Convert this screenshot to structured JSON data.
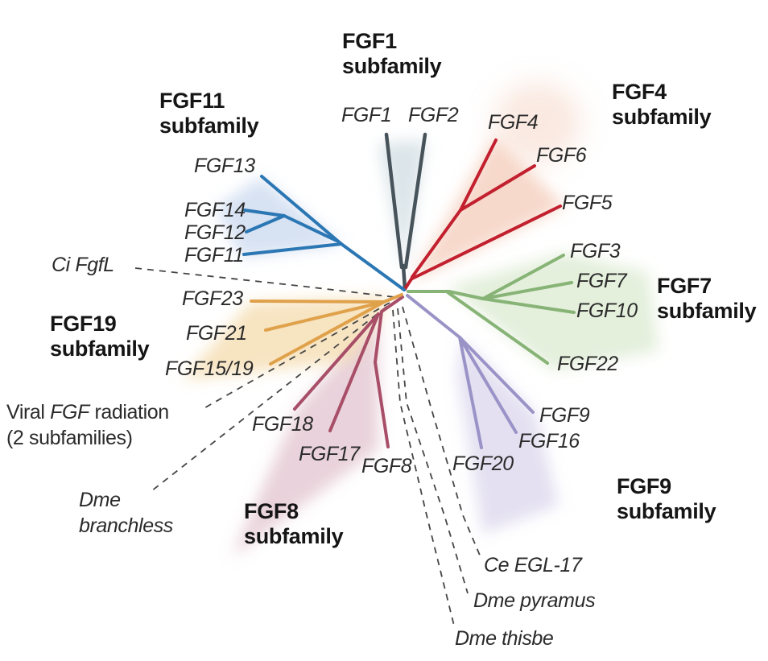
{
  "styles": {
    "background": "#ffffff",
    "dashed_color": "#454545",
    "text_color": "#2b2b2b",
    "title_color": "#151515"
  },
  "subfamilies": {
    "fgf1": {
      "name": "FGF1",
      "suffix": "subfamily",
      "color": "#47535a",
      "wedge": "#d3dfe5",
      "genes": [
        "FGF1",
        "FGF2"
      ]
    },
    "fgf4": {
      "name": "FGF4",
      "suffix": "subfamily",
      "color": "#c2202f",
      "wedge": "#f2c0a8",
      "genes": [
        "FGF4",
        "FGF6",
        "FGF5"
      ]
    },
    "fgf7": {
      "name": "FGF7",
      "suffix": "subfamily",
      "color": "#87b476",
      "wedge": "#d6e7ca",
      "genes": [
        "FGF3",
        "FGF7",
        "FGF10",
        "FGF22"
      ]
    },
    "fgf9": {
      "name": "FGF9",
      "suffix": "subfamily",
      "color": "#9a93c7",
      "wedge": "#d5d0e9",
      "genes": [
        "FGF9",
        "FGF16",
        "FGF20"
      ]
    },
    "fgf8": {
      "name": "FGF8",
      "suffix": "subfamily",
      "color": "#a84e68",
      "wedge": "#dab4c3",
      "genes": [
        "FGF18",
        "FGF17",
        "FGF8"
      ]
    },
    "fgf19": {
      "name": "FGF19",
      "suffix": "subfamily",
      "color": "#e0a14b",
      "wedge": "#f3d5a0",
      "genes": [
        "FGF23",
        "FGF21",
        "FGF15/19"
      ]
    },
    "fgf11": {
      "name": "FGF11",
      "suffix": "subfamily",
      "color": "#2b77b4",
      "wedge": "#c2d3ed",
      "genes": [
        "FGF13",
        "FGF14",
        "FGF12",
        "FGF11"
      ]
    }
  },
  "outgroups": {
    "ci_fgfl": "Ci FgfL",
    "viral": {
      "pre": "Viral ",
      "italic": "FGF",
      "post": " radiation",
      "line2": "(2 subfamilies)"
    },
    "dme_branchless": {
      "line1": "Dme",
      "line2": "branchless"
    },
    "ce_egl17": "Ce EGL-17",
    "dme_pyramus": "Dme pyramus",
    "dme_thisbe": "Dme thisbe"
  }
}
